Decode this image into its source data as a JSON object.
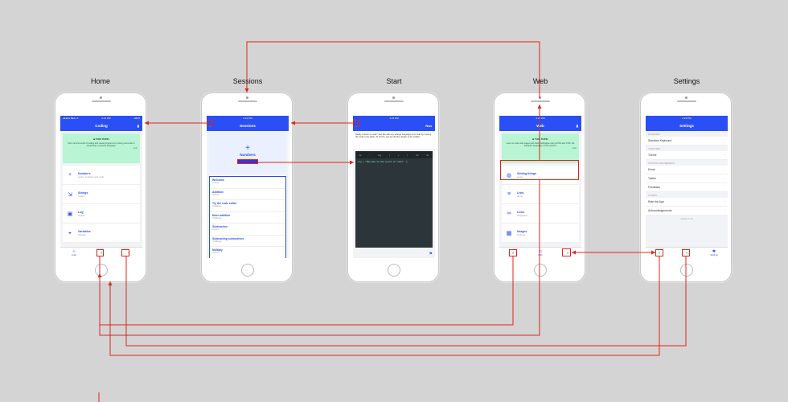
{
  "screens": {
    "home": {
      "title": "Home",
      "nav_title": "Coding",
      "status_left": "●●●●● BELL ▾",
      "status_center": "4:21 PM",
      "status_right": "100%",
      "banner_title": "■ THIS TOPIC",
      "banner_text": "Dive into the world of coding and create programs by writing real code in JavaScript, a popular language.",
      "banner_more": "Hide",
      "items": [
        {
          "title": "Numbers",
          "sub": "Learn, numbers and math"
        },
        {
          "title": "Strings",
          "sub": "Letters"
        },
        {
          "title": "Log",
          "sub": "Output"
        },
        {
          "title": "Variables",
          "sub": "Storage"
        }
      ],
      "tabs": [
        "Links",
        "",
        ""
      ]
    },
    "sessions": {
      "title": "Sessions",
      "nav_title": "Sessions",
      "status_center": "4:21 PM",
      "hero_plus": "+",
      "hero_title": "Numbers",
      "items": [
        {
          "title": "Welcome",
          "sub": "Lesson"
        },
        {
          "title": "Addition",
          "sub": "Lesson"
        },
        {
          "title": "Try the code editor",
          "sub": "Challenge"
        },
        {
          "title": "More addition",
          "sub": "Challenge"
        },
        {
          "title": "Subtraction",
          "sub": "Lesson"
        },
        {
          "title": "Subtracting subroutines",
          "sub": "Challenge"
        },
        {
          "title": "Multiply",
          "sub": "Lesson"
        }
      ]
    },
    "start": {
      "title": "Start",
      "nav_right": "Run",
      "status_center": "4:21 PM",
      "message": "Ready to learn to code? Just like with any strange language! Let's start by running the code in the editor. To do this, just tap the Run button in the toolbar.",
      "tools": [
        "⊟",
        "\"",
        "log",
        "(",
        "+",
        ")",
        "Ab",
        "⊞"
      ],
      "code": "log ( \"Welcome to the world of code!\" );",
      "flag": "⚑"
    },
    "web": {
      "title": "Web",
      "nav_title": "Web",
      "status_center": "4:21 PM",
      "banner_title": "■ THIS TOPIC",
      "banner_text": "Learn to code web pages and share webpages using HTML and CSS, the standard languages of the Internet.",
      "banner_more": "Hide",
      "items": [
        {
          "title": "Setting things",
          "sub": "Level"
        },
        {
          "title": "Lists",
          "sub": "Items"
        },
        {
          "title": "Links",
          "sub": "Navigation"
        },
        {
          "title": "Images",
          "sub": "Pictures"
        }
      ],
      "tabs": [
        "",
        "Web",
        ""
      ]
    },
    "settings": {
      "title": "Settings",
      "nav_title": "Settings",
      "status_center": "4:21 PM",
      "sections": [
        {
          "label": "KEYBOARD",
          "rows": [
            "Standard Keyboard"
          ]
        },
        {
          "label": "CODE VIEW",
          "rows": [
            "Theme"
          ]
        },
        {
          "label": "SUPPORT AND FEEDBACK",
          "rows": [
            "Email",
            "Twitter",
            "Feedback"
          ]
        },
        {
          "label": "OTHERS",
          "rows": [
            "Rate the App",
            "Acknowledgements"
          ]
        }
      ],
      "version": "Version 1.0.0",
      "tabs": [
        "",
        "",
        "Settings"
      ]
    }
  },
  "colors": {
    "brand": "#2a4ff6",
    "link": "#e0241b",
    "banner": "#b9f4d4"
  }
}
